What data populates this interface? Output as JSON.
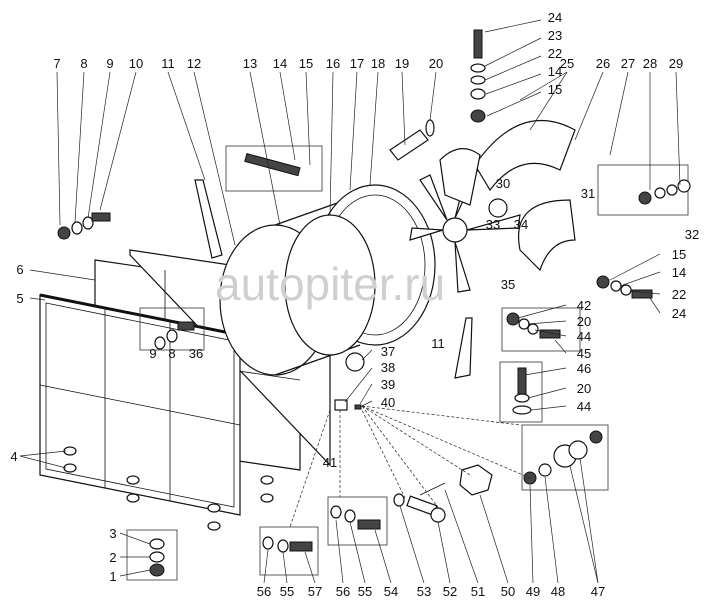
{
  "watermark": "autopiter.ru",
  "labels": {
    "top": [
      "7",
      "8",
      "9",
      "10",
      "11",
      "12",
      "13",
      "14",
      "15",
      "16",
      "17",
      "18",
      "19",
      "20",
      "25",
      "26",
      "27",
      "28",
      "29"
    ],
    "stack": [
      "24",
      "23",
      "22",
      "14",
      "15"
    ],
    "right": [
      "30",
      "31",
      "33",
      "34",
      "32",
      "35",
      "15",
      "14",
      "22",
      "24",
      "42",
      "20",
      "44",
      "45",
      "46",
      "20",
      "44",
      "11"
    ],
    "left": [
      "6",
      "5",
      "9",
      "8",
      "36",
      "4",
      "3",
      "2",
      "1"
    ],
    "mid": [
      "37",
      "38",
      "39",
      "40",
      "41"
    ],
    "bottom": [
      "56",
      "55",
      "57",
      "56",
      "55",
      "54",
      "53",
      "52",
      "51",
      "50",
      "49",
      "48",
      "47"
    ]
  }
}
